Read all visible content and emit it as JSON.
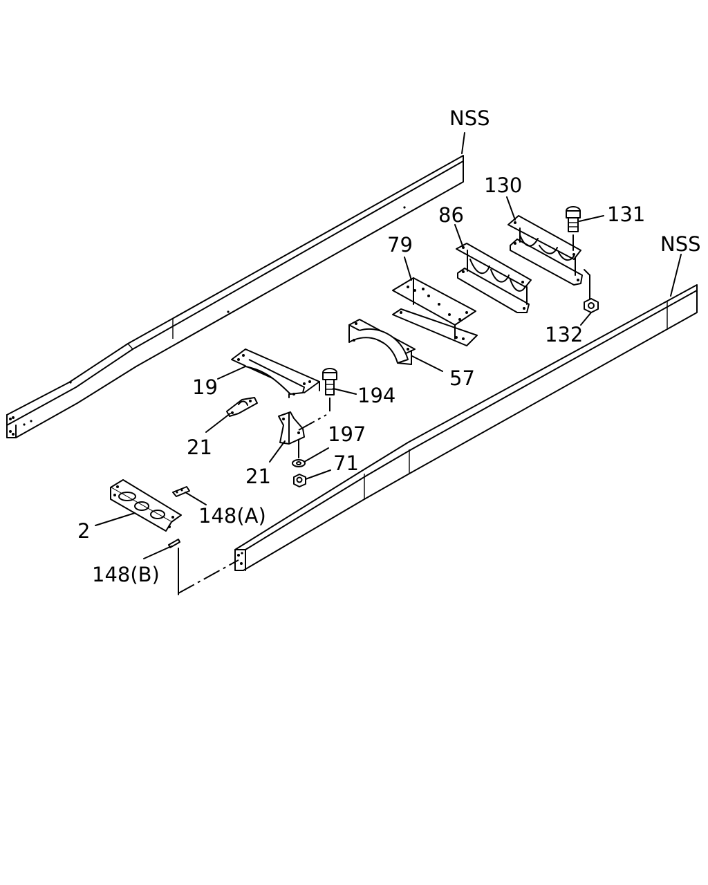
{
  "labels": {
    "nss_left": "NSS",
    "nss_right": "NSS",
    "p130": "130",
    "p131": "131",
    "p86": "86",
    "p79": "79",
    "p132": "132",
    "p57": "57",
    "p19": "19",
    "p194": "194",
    "p21_left": "21",
    "p21_center": "21",
    "p197": "197",
    "p71": "71",
    "p148a": "148(A)",
    "p2": "2",
    "p148b": "148(B)"
  }
}
